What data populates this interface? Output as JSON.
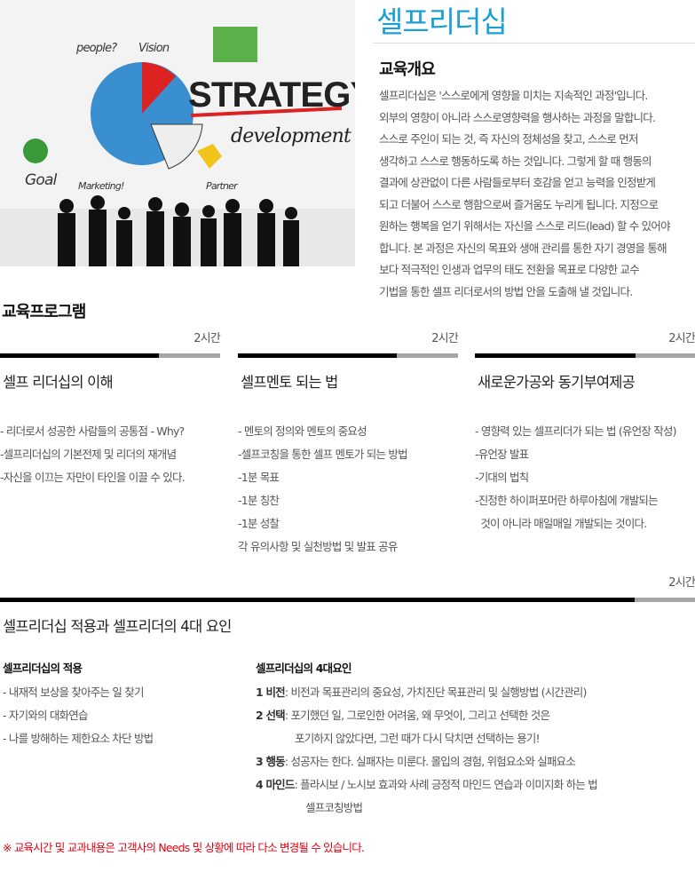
{
  "hero_image": {
    "words": [
      "STRATEGY",
      "development",
      "people?",
      "Vision",
      "Goal",
      "Marketing!",
      "Partner"
    ]
  },
  "title": "셀프리더십",
  "overview": {
    "heading": "교육개요",
    "lines": [
      "셀프리더십은 '스스로에게 영향을 미치는 지속적인 과정'입니다.",
      "외부의 영향이 아니라 스스로영향력을 행사하는 과정을 말합니다.",
      "스스로 주인이 되는 것, 즉 자신의 정체성을 찾고, 스스로 먼저",
      "생각하고 스스로 행동하도록 하는 것입니다. 그렇게 할 때 행동의",
      "결과에 상관없이 다른 사람들로부터 호감을 얻고 능력을 인정받게",
      "되고 더불어 스스로 행함으로써 즐거움도 누리게 됩니다. 지정으로",
      "원하는 행복을 얻기 위해서는 자신을 스스로 리드(lead) 할 수 있어야",
      "합니다. 본 과정은 자신의 목표와 생애 관리를 통한 자기 경영을 통해",
      "보다 적극적인 인생과 업무의 태도 전환을 목표로 다양한 교수",
      "기법을 통한 셀프 리더로서의 방법 안을 도출해 낼 것입니다."
    ]
  },
  "program": {
    "heading": "교육프로그램",
    "modules": [
      {
        "hours": "2시간",
        "progress": 0.72,
        "title": "셀프 리더십의 이해",
        "items": [
          "- 리더로서 성공한 사람들의 공통점 - Why?",
          "-셀프리더십의 기본전제 및 리더의 재개념",
          "-자신을 이끄는 자만이 타인을 이끌 수 있다."
        ]
      },
      {
        "hours": "2시간",
        "progress": 0.72,
        "title": "셀프멘토 되는 법",
        "items": [
          "- 멘토의 정의와 멘토의 중요성",
          "-셀프코칭을 통한 셀프 멘토가 되는 방법",
          "-1분 목표",
          "-1분 칭찬",
          "-1분 성찰",
          "각 유의사항 및 실천방법 및 발표 공유"
        ]
      },
      {
        "hours": "2시간",
        "progress": 0.73,
        "title": "새로운가공와 동기부여제공",
        "items": [
          "- 영향력 있는 셀프리더가 되는 법 (유언장 작성)",
          "-유언장 발표",
          "-기대의 법칙",
          "-진정한 하이퍼포머란 하루아침에 개발되는",
          "  것이 아니라 매일매일 개발되는 것이다."
        ]
      }
    ],
    "module4": {
      "hours": "2시간",
      "progress": 0.913,
      "title": "셀프리더십 적용과 셀프리더의 4대 요인",
      "left": {
        "heading": "셀프리더십의 적용",
        "items": [
          "- 내재적 보상을 찾아주는 일 찾기",
          "- 자기와의 대화연습",
          "- 나를 방해하는 제한요소 차단 방법"
        ]
      },
      "right": {
        "heading": "셀프리더십의 4대요인",
        "factors": [
          {
            "label": "1 비전",
            "text": ": 비전과 목표관리의 중요성, 가치진단 목표관리 및 실행방법 (시간관리)"
          },
          {
            "label": "2 선택",
            "text": ": 포기했던 일, 그로인한 어려움, 왜 무엇이, 그리고 선택한 것은",
            "cont": "포기하지 않았다면, 그런 때가 다시 닥치면 선택하는 용기!"
          },
          {
            "label": "3 행동",
            "text": ": 성공자는 한다. 실패자는 미룬다. 몰입의 경험, 위험요소와 실패요소"
          },
          {
            "label": "4 마인드",
            "text": ":  플라시보 / 노시보 효과와 사례 긍정적 마인드 연습과 이미지화 하는 법",
            "cont": "셀프코칭방법"
          }
        ]
      }
    }
  },
  "note": "※ 교육시간 및 교과내용은 고객사의 Needs 및 상황에 따라 다소 변경될 수 있습니다."
}
